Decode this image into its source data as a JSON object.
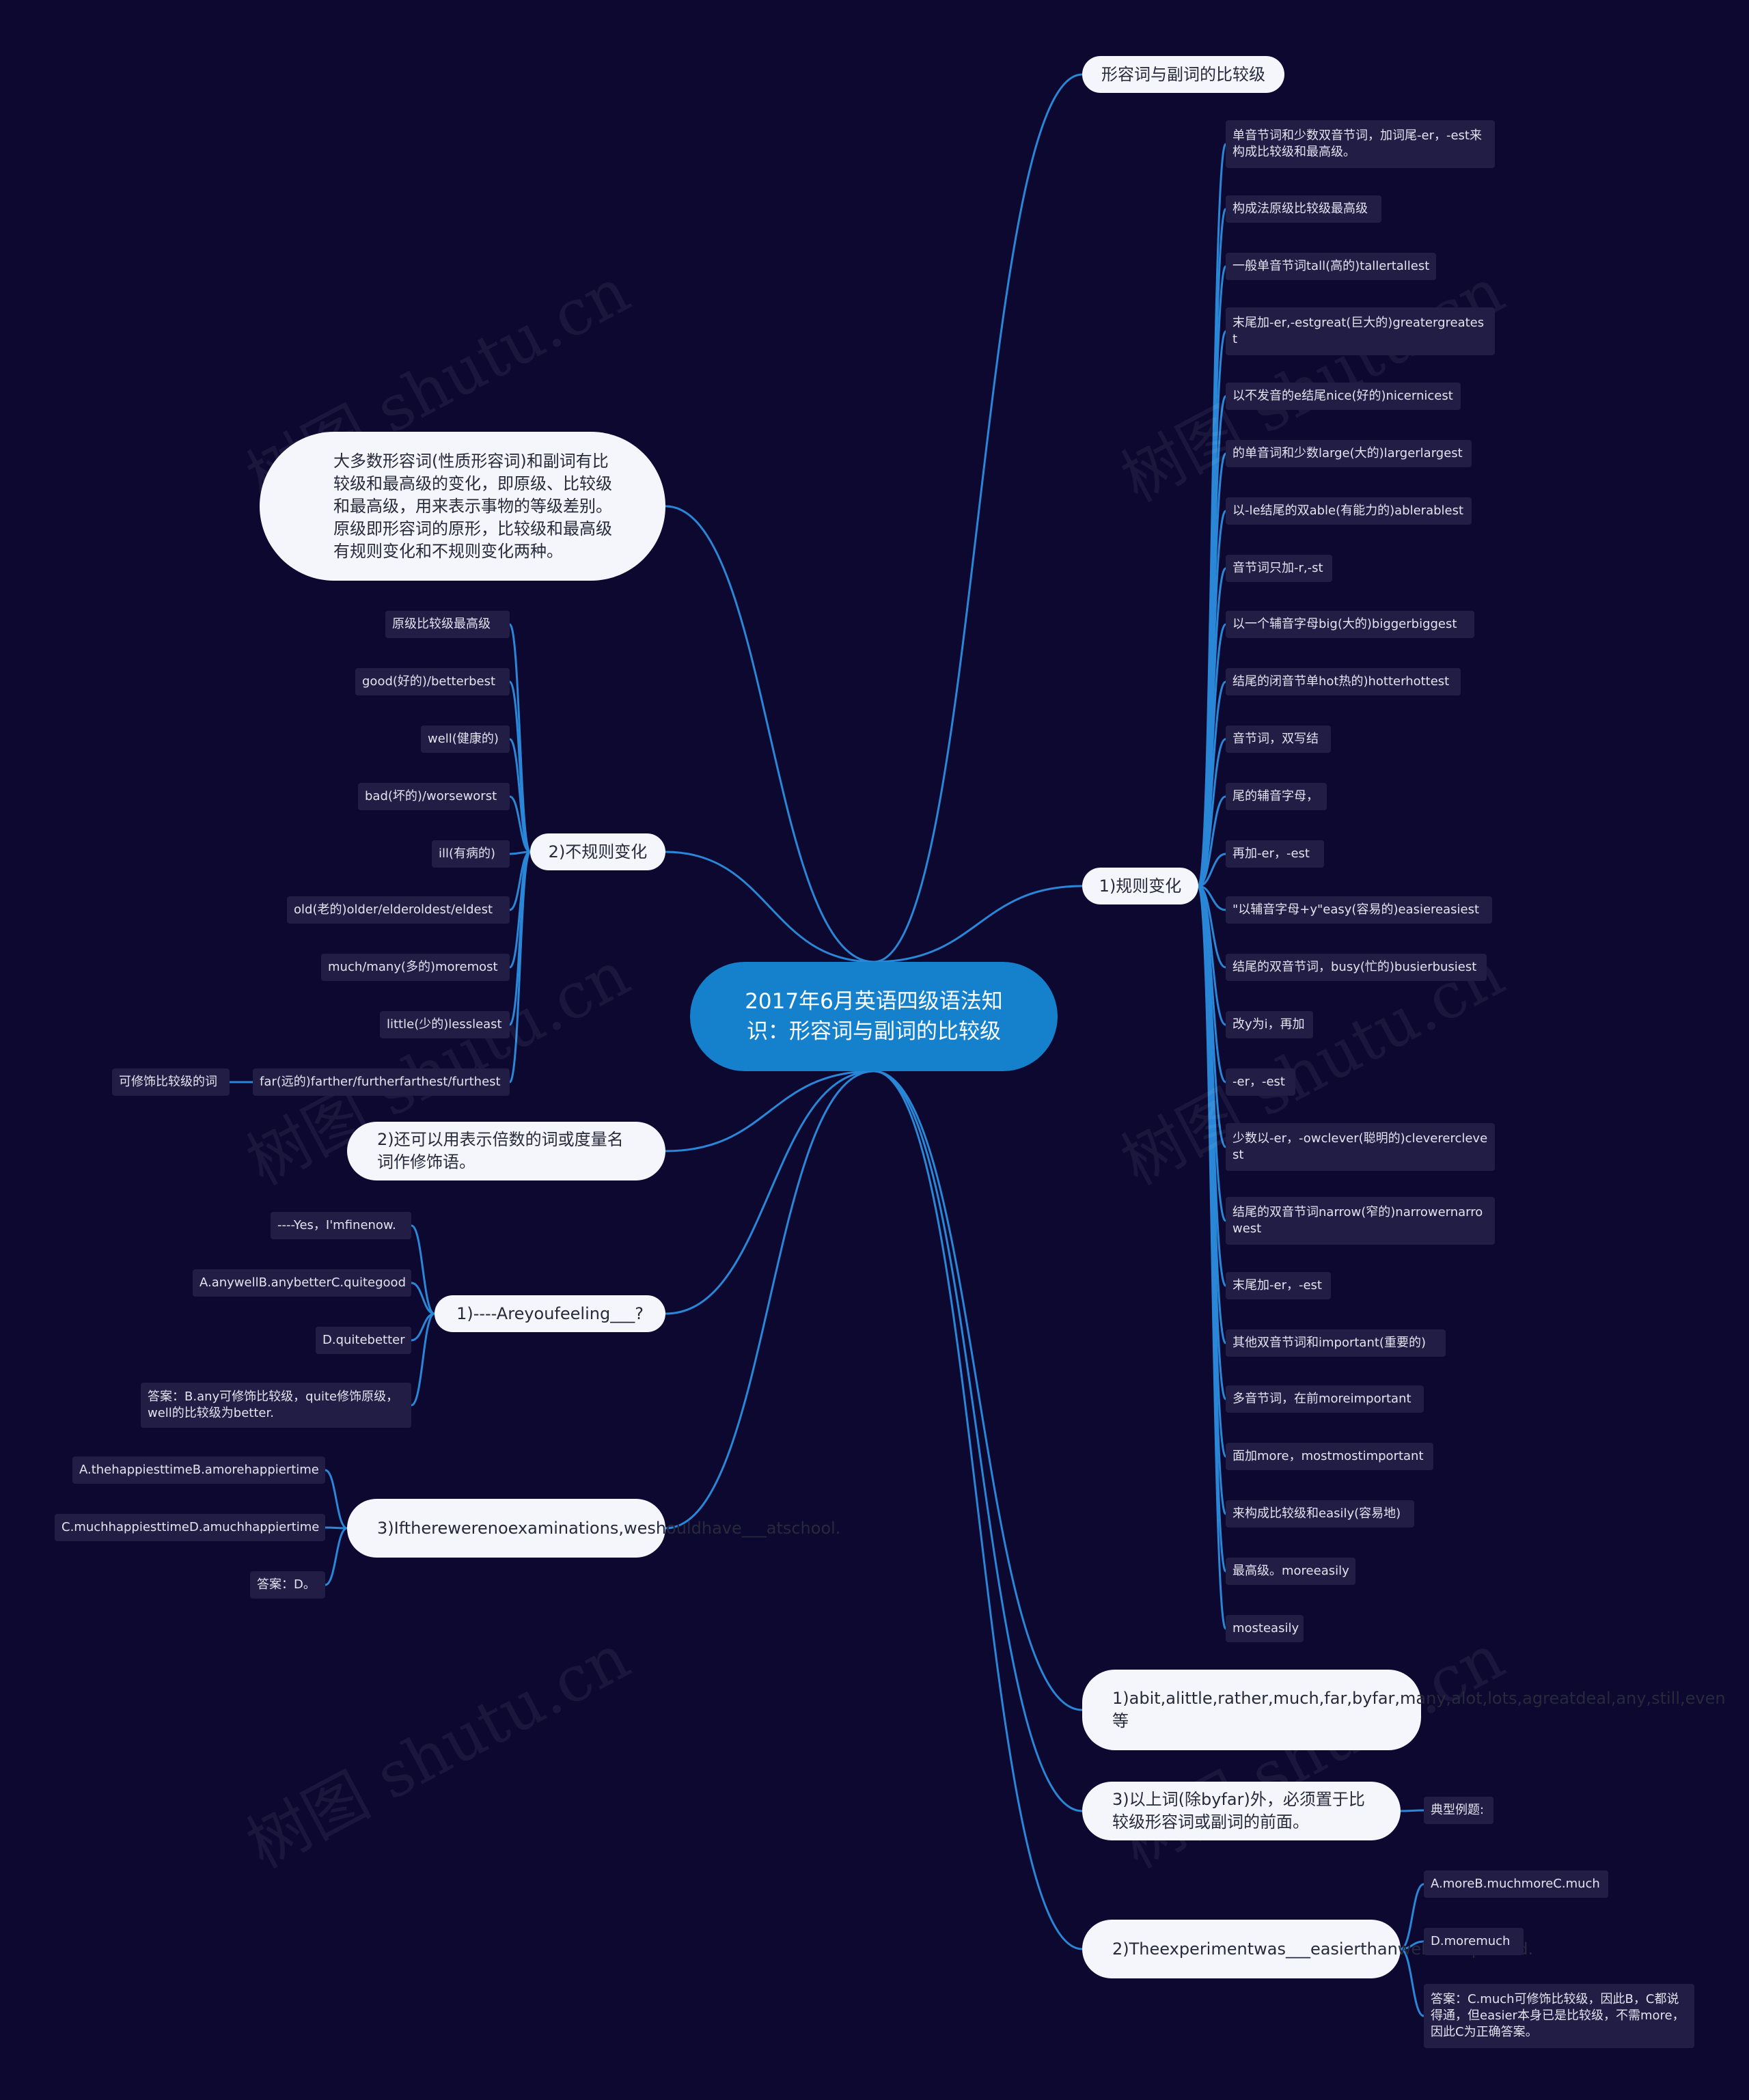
{
  "root": {
    "label": "2017年6月英语四级语法知识：形容词与副词的比较级"
  },
  "watermark": "树图 shutu.cn",
  "right": {
    "title": "形容词与副词的比较级",
    "regular": {
      "label": "1)规则变化",
      "items": [
        "单音节词和少数双音节词，加词尾-er，-est来构成比较级和最高级。",
        "构成法原级比较级最高级",
        "一般单音节词tall(高的)tallertallest",
        "末尾加-er,-estgreat(巨大的)greatergreatest",
        "以不发音的e结尾nice(好的)nicernicest",
        "的单音词和少数large(大的)largerlargest",
        "以-le结尾的双able(有能力的)ablerablest",
        "音节词只加-r,-st",
        "以一个辅音字母big(大的)biggerbiggest",
        "结尾的闭音节单hot热的)hotterhottest",
        "音节词，双写结",
        "尾的辅音字母，",
        "再加-er，-est",
        "\"以辅音字母+y\"easy(容易的)easiereasiest",
        "结尾的双音节词，busy(忙的)busierbusiest",
        "改y为i，再加",
        "-er，-est",
        "少数以-er，-owclever(聪明的)clevererclevest",
        "结尾的双音节词narrow(窄的)narrowernarrowest",
        "末尾加-er，-est",
        "其他双音节词和important(重要的)",
        "多音节词，在前moreimportant",
        "面加more，mostmostimportant",
        "来构成比较级和easily(容易地)",
        "最高级。moreeasily",
        "mosteasily"
      ]
    },
    "modifiers": "1)abit,alittle,rather,much,far,byfar,many,alot,lots,agreatdeal,any,still,even等",
    "position": {
      "label": "3)以上词(除byfar)外，必须置于比较级形容词或副词的前面。",
      "example": "典型例题:"
    },
    "experiment": {
      "label": "2)Theexperimentwas___easierthanwehadexpected.",
      "options": [
        "A.moreB.muchmoreC.much",
        "D.moremuch"
      ],
      "answer": "答案：C.much可修饰比较级，因此B，C都说得通，但easier本身已是比较级，不需more，因此C为正确答案。"
    }
  },
  "left": {
    "intro": "大多数形容词(性质形容词)和副词有比较级和最高级的变化，即原级、比较级和最高级，用来表示事物的等级差别。原级即形容词的原形，比较级和最高级有规则变化和不规则变化两种。",
    "irregular": {
      "label": "2)不规则变化",
      "items": [
        "原级比较级最高级",
        "good(好的)/betterbest",
        "well(健康的)",
        "bad(坏的)/worseworst",
        "ill(有病的)",
        "old(老的)older/elderoldest/eldest",
        "much/many(多的)moremost",
        "little(少的)lessleast",
        "far(远的)farther/furtherfarthest/furthest"
      ],
      "far_note": "可修饰比较级的词"
    },
    "multiples": "2)还可以用表示倍数的词或度量名词作修饰语。",
    "q1": {
      "label": "1)----Areyoufeeling___?",
      "items": [
        "----Yes，I'mfinenow.",
        "A.anywellB.anybetterC.quitegood",
        "D.quitebetter",
        "答案：B.any可修饰比较级，quite修饰原级，well的比较级为better."
      ]
    },
    "q3": {
      "label": "3)Iftherewerenoexaminations,weshouldhave___atschool.",
      "items": [
        "A.thehappiesttimeB.amorehappiertime",
        "C.muchhappiesttimeD.amuchhappiertime",
        "答案：D。"
      ]
    }
  },
  "colors": {
    "background": "#0c0830",
    "root": "#1580cc",
    "branch": "#f4f6fc",
    "leaf": "#211d44",
    "link": "#2a86d6"
  }
}
